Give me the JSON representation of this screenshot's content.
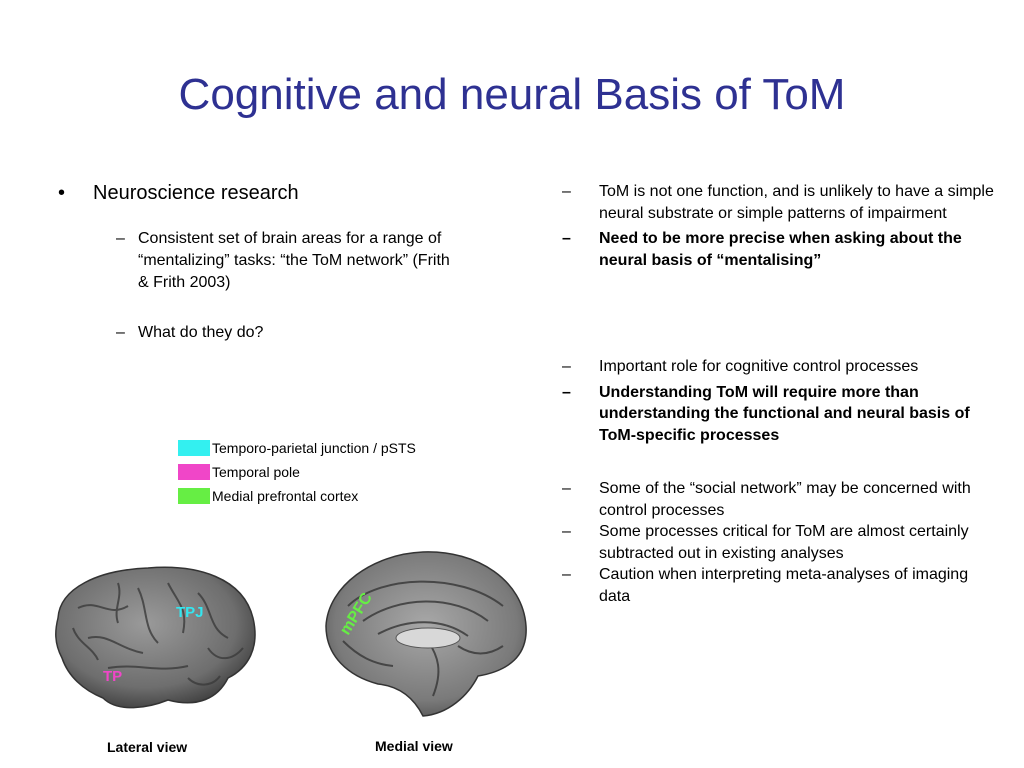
{
  "slide": {
    "title": "Cognitive and neural Basis of ToM",
    "left": {
      "bullet": "Neuroscience research",
      "bullet_mark": "•",
      "sub_mark": "–",
      "subitems": [
        "Consistent set of brain areas for a range of “mentalizing” tasks: “the ToM network” (Frith & Frith 2003)",
        "What do they do?"
      ]
    },
    "legend": [
      {
        "label": "Temporo-parietal junction / pSTS",
        "color": "#33f0f0"
      },
      {
        "label": "Temporal pole",
        "color": "#f046c8"
      },
      {
        "label": "Medial prefrontal cortex",
        "color": "#66ee44"
      }
    ],
    "figures": {
      "lateral": {
        "caption": "Lateral view",
        "labels": {
          "tpj": "TPJ",
          "tp": "TP"
        }
      },
      "medial": {
        "caption": "Medial view",
        "labels": {
          "mpfc": "mPFC"
        }
      }
    },
    "right": {
      "mark": "–",
      "items": [
        {
          "text": "ToM is not one function, and is unlikely to have a simple neural substrate or simple patterns of impairment",
          "bold": false
        },
        {
          "text": "Need to be more precise when asking about the neural basis of “mentalising”",
          "bold": true
        },
        {
          "text": "Important role for cognitive control processes",
          "bold": false
        },
        {
          "text": "Understanding ToM will require more than understanding the functional and neural basis of ToM-specific processes",
          "bold": true
        },
        {
          "text": "Some of the “social network” may be concerned with control processes",
          "bold": false
        },
        {
          "text": "Some processes critical for ToM are almost certainly subtracted out in existing analyses",
          "bold": false
        },
        {
          "text": "Caution when interpreting meta-analyses of imaging data",
          "bold": false
        }
      ]
    }
  }
}
